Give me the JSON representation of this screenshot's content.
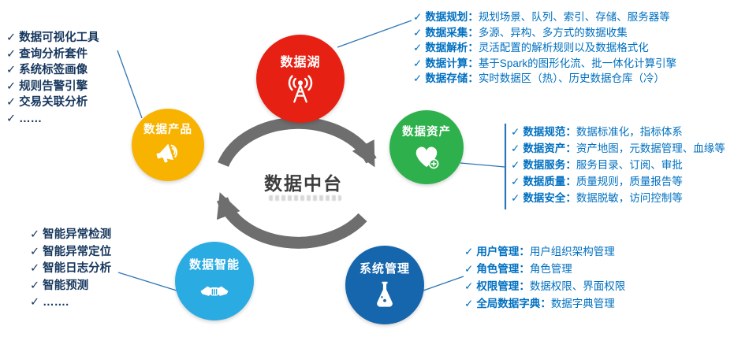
{
  "ui": {
    "check": "✓",
    "colon": "："
  },
  "center": {
    "title": "数据中台"
  },
  "colors": {
    "list_blue": "#0070c0",
    "list_navy": "#17375e",
    "arrow_gray": "#6e6e6e",
    "connector_blue": "#2e75b6"
  },
  "nodes": {
    "data_lake": {
      "label": "数据湖",
      "color": "#e62012",
      "icon": "broadcast-tower"
    },
    "data_assets": {
      "label": "数据资产",
      "color": "#2eb14c",
      "icon": "heart-plus"
    },
    "system_mgmt": {
      "label": "系统管理",
      "color": "#1566ac",
      "icon": "flask"
    },
    "data_intel": {
      "label": "数据智能",
      "color": "#2aabe2",
      "icon": "handshake"
    },
    "data_products": {
      "label": "数据产品",
      "color": "#f8b300",
      "icon": "megaphone"
    }
  },
  "lists": {
    "data_lake": {
      "items": [
        {
          "term": "数据规划",
          "desc": "规划场景、队列、索引、存储、服务器等"
        },
        {
          "term": "数据采集",
          "desc": "多源、异构、多方式的数据收集"
        },
        {
          "term": "数据解析",
          "desc": "灵活配置的解析规则以及数据格式化"
        },
        {
          "term": "数据计算",
          "desc": "基于Spark的图形化流、批一体化计算引擎"
        },
        {
          "term": "数据存储",
          "desc": "实时数据区（热）、历史数据仓库（冷）"
        }
      ]
    },
    "data_assets": {
      "items": [
        {
          "term": "数据规范",
          "desc": "数据标准化，指标体系"
        },
        {
          "term": "数据资产",
          "desc": "资产地图，元数据管理、血缘等"
        },
        {
          "term": "数据服务",
          "desc": "服务目录、订阅、审批"
        },
        {
          "term": "数据质量",
          "desc": "质量规则，质量报告等"
        },
        {
          "term": "数据安全",
          "desc": "数据脱敏，访问控制等"
        }
      ]
    },
    "system_mgmt": {
      "items": [
        {
          "term": "用户管理",
          "desc": "用户组织架构管理"
        },
        {
          "term": "角色管理",
          "desc": "角色管理"
        },
        {
          "term": "权限管理",
          "desc": "数据权限、界面权限"
        },
        {
          "term": "全局数据字典",
          "desc": "数据字典管理"
        }
      ]
    },
    "data_products": {
      "items": [
        {
          "term": "数据可视化工具"
        },
        {
          "term": "查询分析套件"
        },
        {
          "term": "系统标签画像"
        },
        {
          "term": "规则告警引擎"
        },
        {
          "term": "交易关联分析"
        },
        {
          "term": "……"
        }
      ]
    },
    "data_intel": {
      "items": [
        {
          "term": "智能异常检测"
        },
        {
          "term": "智能异常定位"
        },
        {
          "term": "智能日志分析"
        },
        {
          "term": "智能预测"
        },
        {
          "term": "……."
        }
      ]
    }
  }
}
